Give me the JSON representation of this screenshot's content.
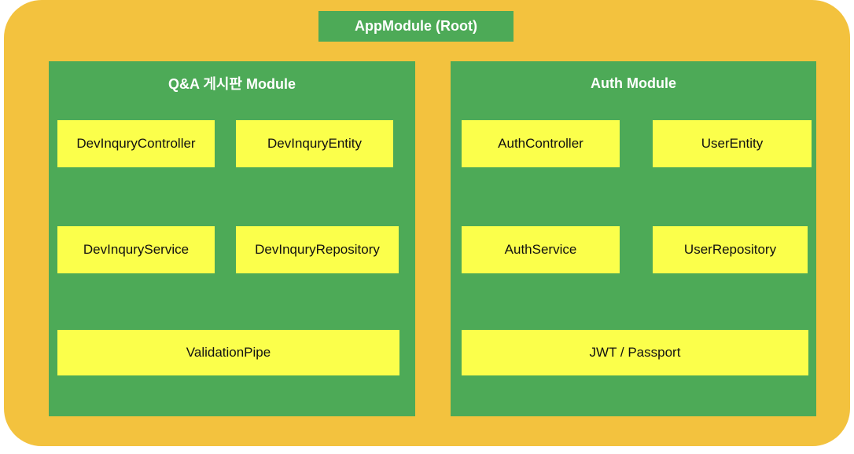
{
  "diagram": {
    "root_module": {
      "label": "AppModule (Root)"
    },
    "modules": [
      {
        "title": "Q&A 게시판 Module",
        "components": [
          {
            "label": "DevInquryController"
          },
          {
            "label": "DevInquryEntity"
          },
          {
            "label": "DevInquryService"
          },
          {
            "label": "DevInquryRepository"
          },
          {
            "label": "ValidationPipe"
          }
        ]
      },
      {
        "title": "Auth Module",
        "components": [
          {
            "label": "AuthController"
          },
          {
            "label": "UserEntity"
          },
          {
            "label": "AuthService"
          },
          {
            "label": "UserRepository"
          },
          {
            "label": "JWT / Passport"
          }
        ]
      }
    ],
    "colors": {
      "canvas_background": "#FFFFFF",
      "container_fill": "#F3C23E",
      "module_fill": "#4DAA57",
      "component_fill": "#FBFF4B",
      "module_title_text": "#FFFFFF",
      "component_text": "#111111"
    }
  }
}
